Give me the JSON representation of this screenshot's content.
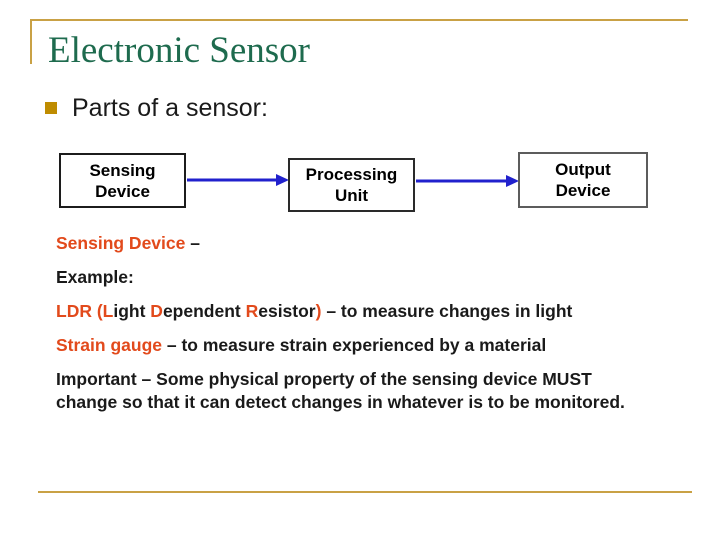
{
  "slide": {
    "title": "Electronic Sensor",
    "bullet": "Parts of a sensor:"
  },
  "diagram": {
    "boxes": [
      {
        "label": "Sensing\nDevice"
      },
      {
        "label": "Processing\nUnit"
      },
      {
        "label": "Output\nDevice"
      }
    ],
    "connector_description": "arrow-right"
  },
  "body": {
    "paragraphs": [
      {
        "segments": [
          {
            "text": "Sensing Device",
            "accent": true
          },
          {
            "text": " –",
            "accent": false
          }
        ]
      },
      {
        "segments": [
          {
            "text": "Example:",
            "accent": false
          }
        ]
      },
      {
        "segments": [
          {
            "text": "LDR (L",
            "accent": true
          },
          {
            "text": "ight ",
            "accent": false
          },
          {
            "text": "D",
            "accent": true
          },
          {
            "text": "ependent ",
            "accent": false
          },
          {
            "text": "R",
            "accent": true
          },
          {
            "text": "esistor",
            "accent": false
          },
          {
            "text": ")",
            "accent": true
          },
          {
            "text": " – to measure changes in light",
            "accent": false
          }
        ]
      },
      {
        "segments": [
          {
            "text": "Strain gauge",
            "accent": true
          },
          {
            "text": " – to measure strain experienced by a material",
            "accent": false
          }
        ]
      },
      {
        "segments": [
          {
            "text": "Important – Some physical property of the sensing device MUST\nchange so that it can detect changes in whatever is to be monitored.",
            "accent": false
          }
        ]
      }
    ]
  },
  "colors": {
    "title_green": "#1e6b4e",
    "gold_line": "#c9a145",
    "bullet_gold": "#bf8c00",
    "accent_text": "#e24a1c",
    "body_text": "#1a1a1a",
    "arrow_blue": "#2121cd"
  }
}
